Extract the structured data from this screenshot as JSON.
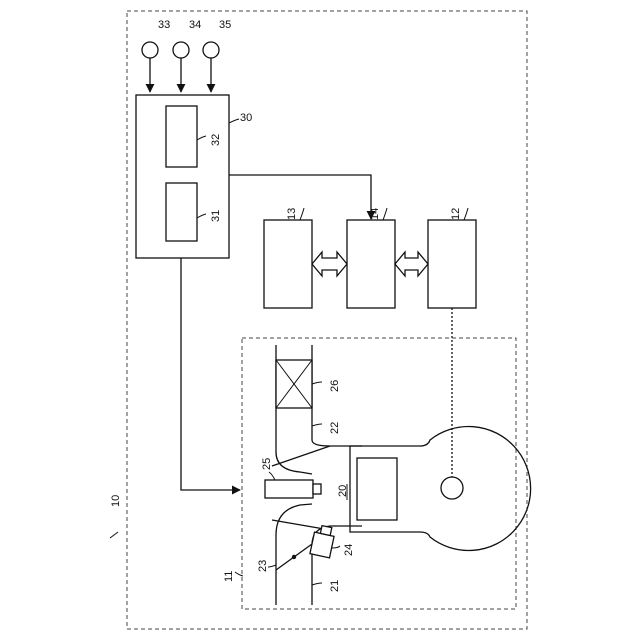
{
  "labels": {
    "system": "10",
    "engine": "11",
    "motor": "12",
    "battery": "13",
    "converter": "14",
    "chamber": "20",
    "intake": "21",
    "exhaust": "22",
    "throttle": "23",
    "injector_port": "24",
    "injector": "25",
    "catalyst": "26",
    "ecu": "30",
    "cpu": "31",
    "memory": "32",
    "sensor_a": "33",
    "sensor_b": "34",
    "sensor_c": "35"
  }
}
